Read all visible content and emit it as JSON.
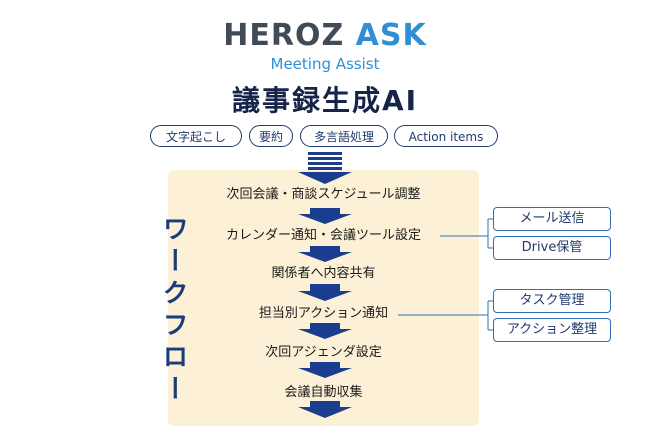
{
  "logo": {
    "part1": "HEROZ",
    "part2": "ASK"
  },
  "subtitle": "Meeting Assist",
  "title": "議事録生成AI",
  "tags": [
    "文字起こし",
    "要約",
    "多言語処理",
    "Action items"
  ],
  "side_label": "ワークフロー",
  "steps": [
    "次回会議・商談スケジュール調整",
    "カレンダー通知・会議ツール設定",
    "関係者へ内容共有",
    "担当別アクション通知",
    "次回アジェンダ設定",
    "会議自動収集"
  ],
  "options_group1": [
    "メール送信",
    "Drive保管"
  ],
  "options_group2": [
    "タスク管理",
    "アクション整理"
  ],
  "colors": {
    "navy": "#1c3b7a",
    "blue": "#2e8fd6",
    "panel": "#fcf1d6",
    "arrow": "#1a3d8f"
  }
}
